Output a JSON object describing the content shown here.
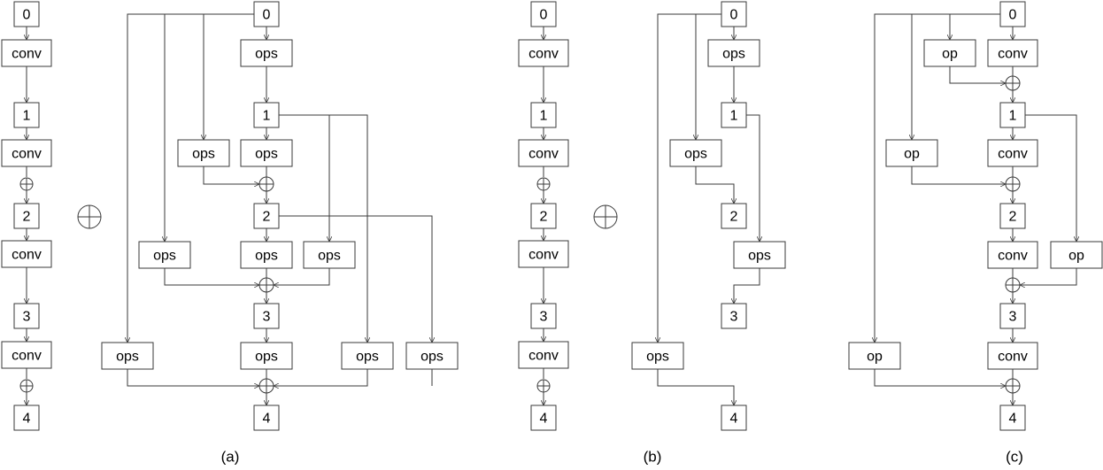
{
  "operator_symbol": "⊕",
  "captions": [
    "(a)",
    "(b)",
    "(c)"
  ],
  "node_labels": [
    "0",
    "1",
    "2",
    "3",
    "4"
  ],
  "conv_label": "conv",
  "ops_label": "ops",
  "op_label": "op"
}
